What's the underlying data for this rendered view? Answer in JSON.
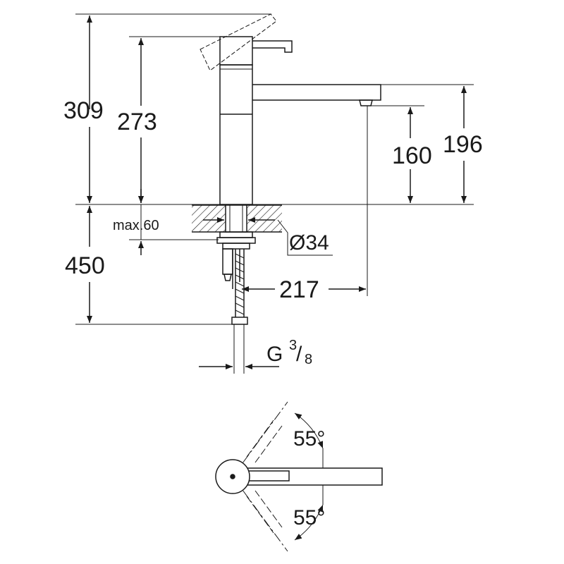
{
  "dimensions": {
    "total_height": "309",
    "lever_height": "273",
    "spout_height": "196",
    "outlet_height": "160",
    "below_deck": "450",
    "counter_max": "max.60",
    "hole_diameter": "Ø34",
    "spout_reach": "217",
    "thread_main": "G",
    "thread_num": "3",
    "thread_den": "8",
    "swivel_upper": "55°",
    "swivel_lower": "55°"
  },
  "colors": {
    "line": "#1a1a1a",
    "background": "#ffffff"
  }
}
